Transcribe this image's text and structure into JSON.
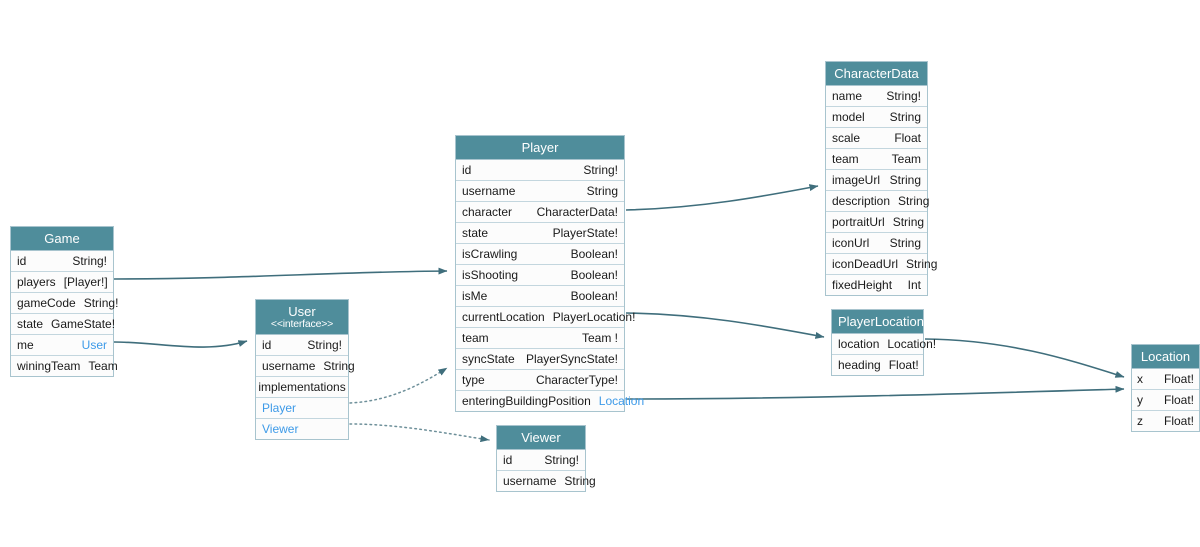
{
  "diagram": {
    "title": "GraphQL Schema Diagram",
    "type": "entity-relationship",
    "colors": {
      "header_bg": "#4f8d9b",
      "header_text": "#ffffff",
      "row_bg": "#fcfcfc",
      "row_text": "#1a1a1a",
      "link_text": "#3d9ae8",
      "border": "#a8c4ce",
      "row_border": "#c3d6de",
      "edge_line": "#41707e",
      "canvas_bg": "#ffffff"
    }
  },
  "entities": {
    "game": {
      "name": "Game",
      "fields": [
        {
          "name": "id",
          "type": "String!",
          "link": false
        },
        {
          "name": "players",
          "type": "[Player!]",
          "link": true,
          "prefix": "[",
          "suffix": "]",
          "core": "Player!"
        },
        {
          "name": "gameCode",
          "type": "String!",
          "link": false
        },
        {
          "name": "state",
          "type": "GameState!",
          "link": false
        },
        {
          "name": "me",
          "type": "User",
          "link": true
        },
        {
          "name": "winingTeam",
          "type": "Team",
          "link": false
        }
      ]
    },
    "user": {
      "name": "User",
      "stereotype": "<<interface>>",
      "fields": [
        {
          "name": "id",
          "type": "String!",
          "link": false
        },
        {
          "name": "username",
          "type": "String",
          "link": false
        }
      ],
      "implementations_label": "implementations",
      "implementations": [
        {
          "name": "Player"
        },
        {
          "name": "Viewer"
        }
      ]
    },
    "player": {
      "name": "Player",
      "fields": [
        {
          "name": "id",
          "type": "String!",
          "link": false
        },
        {
          "name": "username",
          "type": "String",
          "link": false
        },
        {
          "name": "character",
          "type": "CharacterData!",
          "link": true,
          "core": "CharacterData",
          "bang": "!"
        },
        {
          "name": "state",
          "type": "PlayerState!",
          "link": false
        },
        {
          "name": "isCrawling",
          "type": "Boolean!",
          "link": false
        },
        {
          "name": "isShooting",
          "type": "Boolean!",
          "link": false
        },
        {
          "name": "isMe",
          "type": "Boolean!",
          "link": false
        },
        {
          "name": "currentLocation",
          "type": "PlayerLocation!",
          "link": true,
          "core": "PlayerLocation",
          "bang": "!"
        },
        {
          "name": "team",
          "type": "Team !",
          "link": false
        },
        {
          "name": "syncState",
          "type": "PlayerSyncState!",
          "link": false
        },
        {
          "name": "type",
          "type": "CharacterType!",
          "link": false
        },
        {
          "name": "enteringBuildingPosition",
          "type": "Location",
          "link": true
        }
      ]
    },
    "viewer": {
      "name": "Viewer",
      "fields": [
        {
          "name": "id",
          "type": "String!",
          "link": false
        },
        {
          "name": "username",
          "type": "String",
          "link": false
        }
      ]
    },
    "characterdata": {
      "name": "CharacterData",
      "fields": [
        {
          "name": "name",
          "type": "String!",
          "link": false
        },
        {
          "name": "model",
          "type": "String",
          "link": false
        },
        {
          "name": "scale",
          "type": "Float",
          "link": false
        },
        {
          "name": "team",
          "type": "Team",
          "link": false
        },
        {
          "name": "imageUrl",
          "type": "String",
          "link": false
        },
        {
          "name": "description",
          "type": "String",
          "link": false
        },
        {
          "name": "portraitUrl",
          "type": "String",
          "link": false
        },
        {
          "name": "iconUrl",
          "type": "String",
          "link": false
        },
        {
          "name": "iconDeadUrl",
          "type": "String",
          "link": false
        },
        {
          "name": "fixedHeight",
          "type": "Int",
          "link": false
        }
      ]
    },
    "playerlocation": {
      "name": "PlayerLocation",
      "fields": [
        {
          "name": "location",
          "type": "Location!",
          "link": true,
          "core": "Location",
          "bang": "!"
        },
        {
          "name": "heading",
          "type": "Float!",
          "link": false
        }
      ]
    },
    "location": {
      "name": "Location",
      "fields": [
        {
          "name": "x",
          "type": "Float!",
          "link": false
        },
        {
          "name": "y",
          "type": "Float!",
          "link": false
        },
        {
          "name": "z",
          "type": "Float!",
          "link": false
        }
      ]
    }
  },
  "edges": [
    {
      "id": "game-players-to-player",
      "from": "Game.players",
      "to": "Player",
      "style": "solid",
      "arrow": "filled"
    },
    {
      "id": "game-me-to-user",
      "from": "Game.me",
      "to": "User",
      "style": "solid",
      "arrow": "filled"
    },
    {
      "id": "player-character-to-characterdata",
      "from": "Player.character",
      "to": "CharacterData",
      "style": "solid",
      "arrow": "filled"
    },
    {
      "id": "player-currentlocation-to-playerlocation",
      "from": "Player.currentLocation",
      "to": "PlayerLocation",
      "style": "solid",
      "arrow": "filled"
    },
    {
      "id": "player-enteringbuildingposition-to-location",
      "from": "Player.enteringBuildingPosition",
      "to": "Location",
      "style": "solid",
      "arrow": "filled"
    },
    {
      "id": "playerlocation-location-to-location",
      "from": "PlayerLocation.location",
      "to": "Location",
      "style": "solid",
      "arrow": "filled"
    },
    {
      "id": "user-implements-player",
      "from": "User.Player",
      "to": "Player",
      "style": "dotted",
      "arrow": "filled"
    },
    {
      "id": "user-implements-viewer",
      "from": "User.Viewer",
      "to": "Viewer",
      "style": "dotted",
      "arrow": "filled"
    }
  ]
}
